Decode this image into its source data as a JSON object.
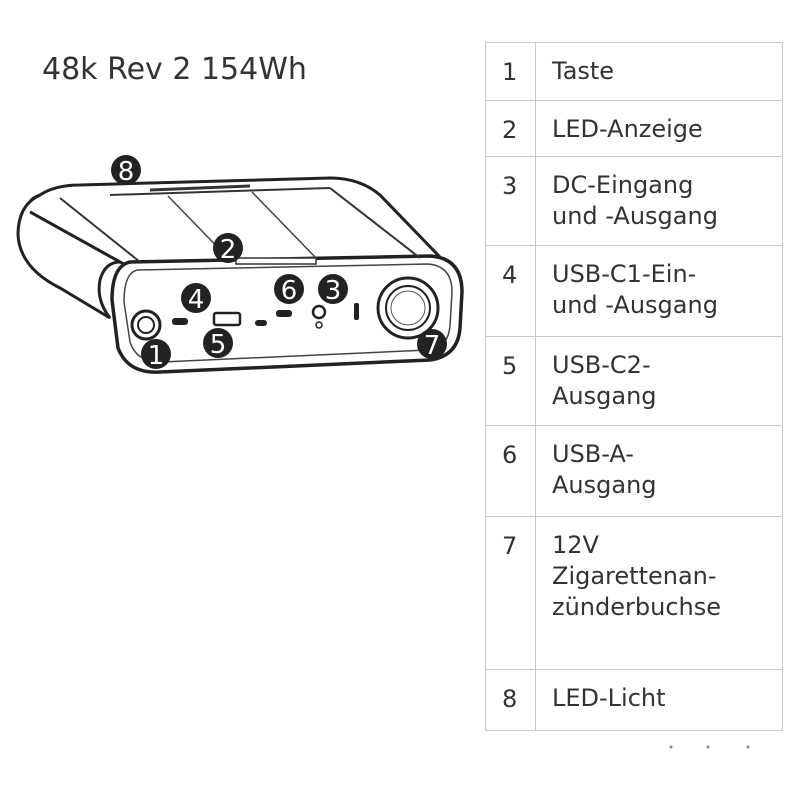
{
  "title": "48k Rev 2 154Wh",
  "diagram_callouts": [
    "1",
    "2",
    "3",
    "4",
    "5",
    "6",
    "7",
    "8"
  ],
  "legend": [
    {
      "num": "1",
      "lines": [
        "Taste"
      ]
    },
    {
      "num": "2",
      "lines": [
        "LED-Anzeige"
      ]
    },
    {
      "num": "3",
      "lines": [
        "DC-Eingang",
        "und -Ausgang"
      ]
    },
    {
      "num": "4",
      "lines": [
        "USB-C1-Ein-",
        "und -Ausgang"
      ]
    },
    {
      "num": "5",
      "lines": [
        "USB-C2-",
        "Ausgang"
      ]
    },
    {
      "num": "6",
      "lines": [
        "USB-A-",
        "Ausgang"
      ]
    },
    {
      "num": "7",
      "lines": [
        "12V",
        "Zigarettenan-",
        "zünderbuchse"
      ]
    },
    {
      "num": "8",
      "lines": [
        "LED-Licht"
      ]
    }
  ]
}
